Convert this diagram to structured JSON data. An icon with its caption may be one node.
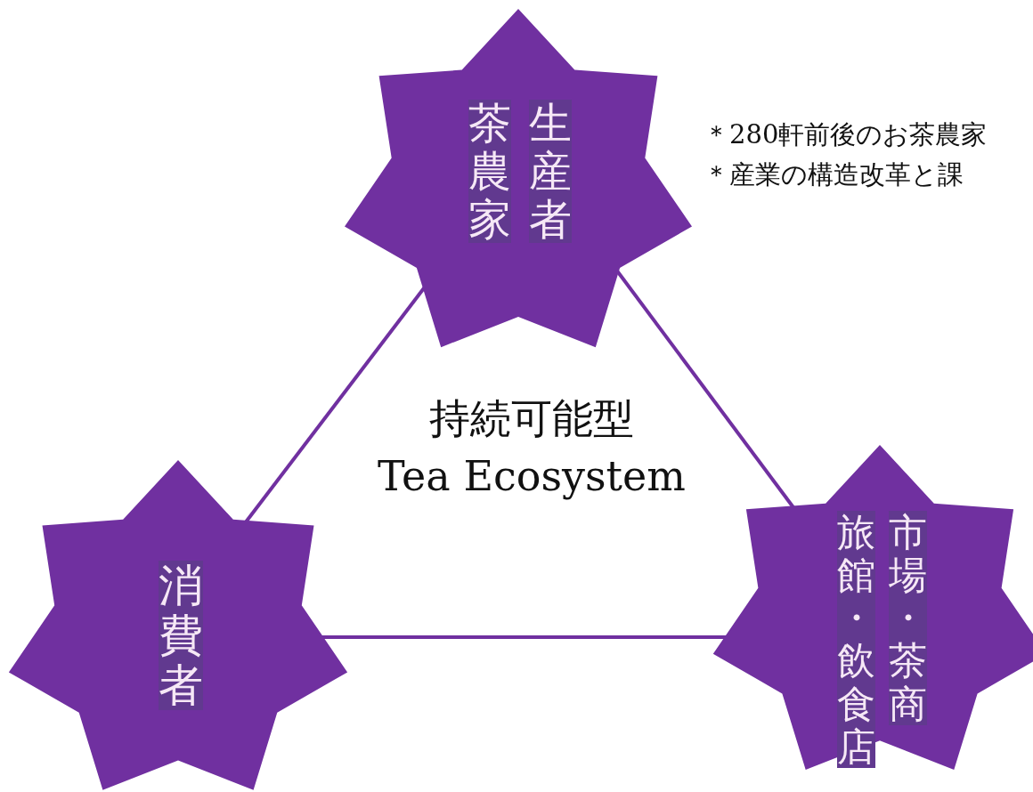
{
  "diagram": {
    "nodes": [
      {
        "text": [
          "茶農家",
          "生産者"
        ],
        "beside": [
          "＊280軒前後のお茶農家",
          "＊産業の構造改革と課"
        ]
      },
      {
        "text": [
          "消費者"
        ]
      },
      {
        "text": [
          "旅館・飲食店",
          "市場・茶商"
        ]
      }
    ],
    "edges": [
      {
        "from": 0,
        "to": 1,
        "arrow": "none"
      },
      {
        "from": 0,
        "to": 2,
        "arrow": "none"
      },
      {
        "from": 1,
        "to": 2,
        "arrow": "none"
      }
    ],
    "labels": [
      "持続可能型",
      "Tea Ecosystem"
    ]
  }
}
